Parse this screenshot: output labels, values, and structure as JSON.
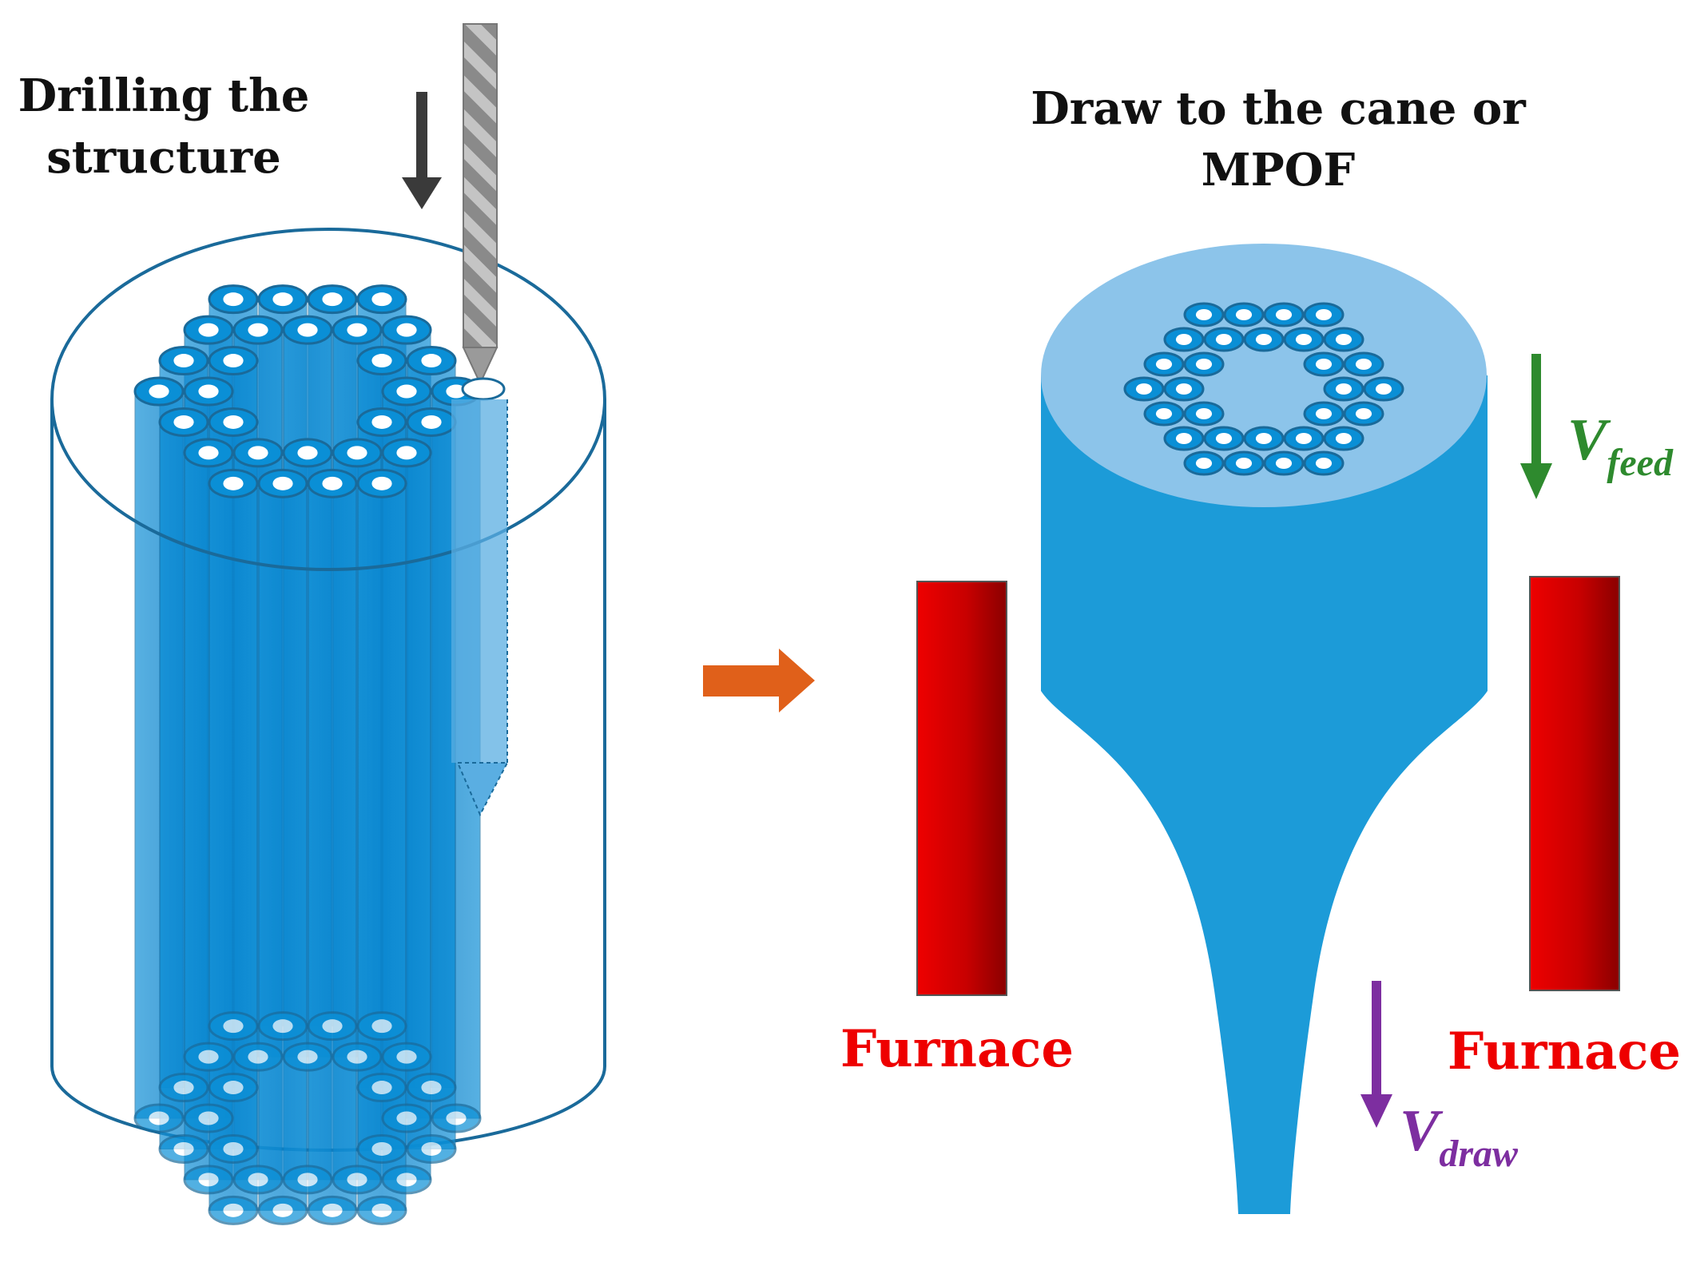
{
  "left_title": [
    "Drilling the",
    "structure"
  ],
  "right_title": [
    "Draw to the cane or",
    "MPOF"
  ],
  "furnace_left": "Furnace",
  "furnace_right": "Furnace",
  "v_feed": {
    "symbol": "V",
    "subscript": "feed"
  },
  "v_draw": {
    "symbol": "V",
    "subscript": "draw"
  },
  "colors": {
    "tube": "#0a8fd6",
    "tube_light": "#5aaee2",
    "tube_outline": "#1a6a9a",
    "preform_body": "#1c9bd8",
    "preform_top": "#8cc4ea",
    "furnace_red": "#e80000",
    "furnace_dark": "#8c0000",
    "label_red": "#ee0000",
    "feed_green": "#2e8a2e",
    "draw_purple": "#7d2ea0",
    "process_arrow": "#e0601a",
    "drill_gray": "#7a7a7a",
    "drill_arrow": "#3a3a3a"
  }
}
